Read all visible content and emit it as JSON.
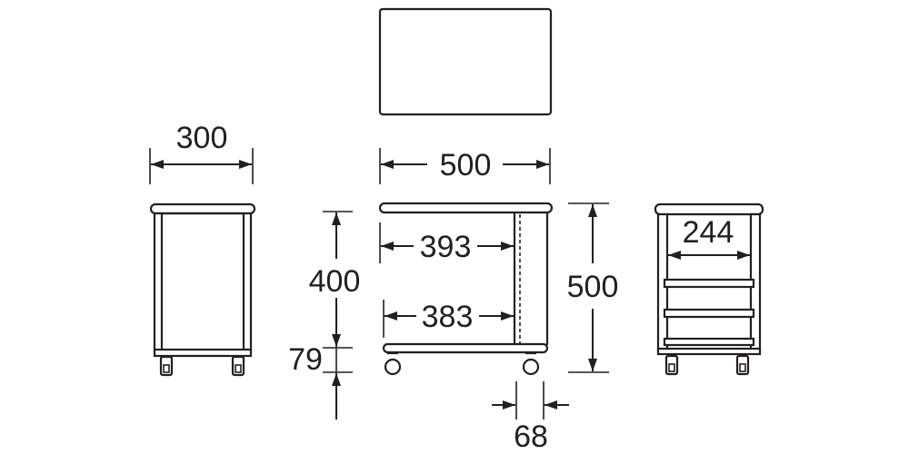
{
  "dimensions": {
    "depth": "300",
    "width": "500",
    "top_inner": "393",
    "bottom_inner": "383",
    "inner_height": "400",
    "base_height": "79",
    "total_height": "500",
    "panel_depth": "68",
    "inner_width": "244"
  },
  "colors": {
    "line": "#231f20",
    "background": "#ffffff"
  }
}
